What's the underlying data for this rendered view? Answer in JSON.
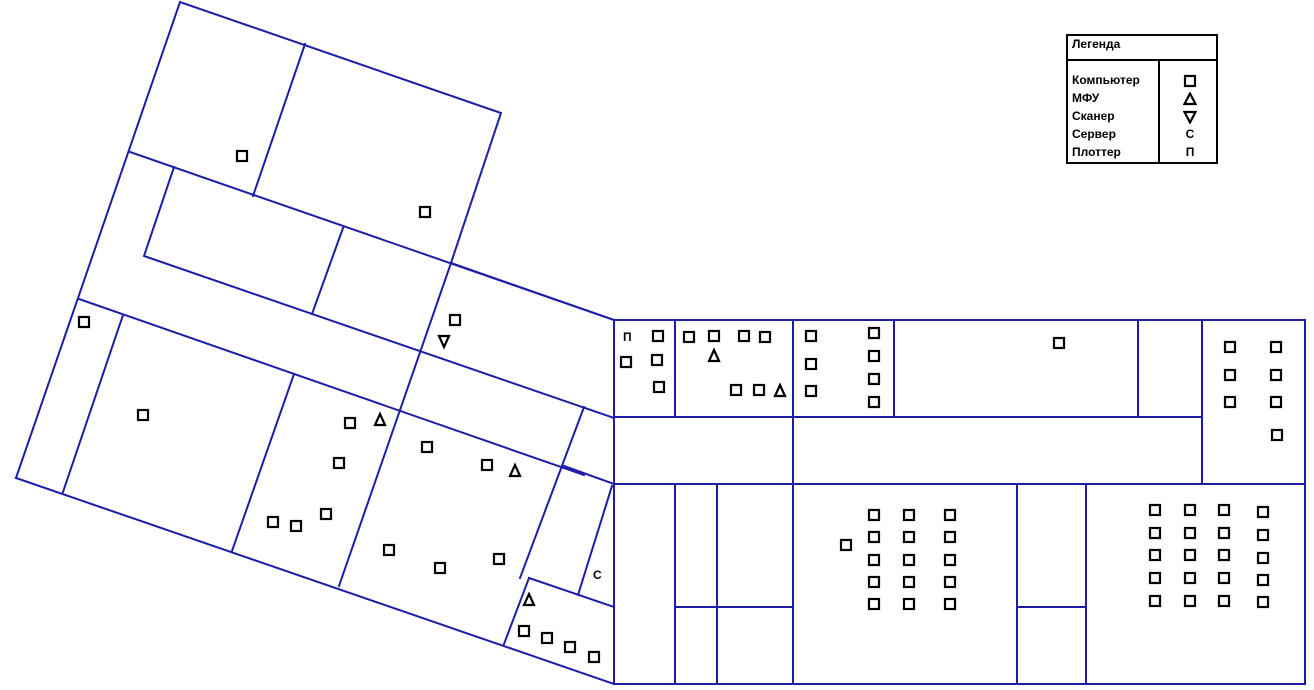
{
  "legend": {
    "title": "Легенда",
    "items": [
      {
        "label": "Компьютер",
        "symbol": "square"
      },
      {
        "label": "МФУ",
        "symbol": "triangle-up"
      },
      {
        "label": "Сканер",
        "symbol": "triangle-down"
      },
      {
        "label": "Сервер",
        "symbol": "С"
      },
      {
        "label": "Плоттер",
        "symbol": "П"
      }
    ]
  },
  "room_labels": {
    "plotter": "П",
    "server": "С"
  },
  "colors": {
    "walls": "#1d1da8",
    "symbols": "#000000",
    "background": "#ffffff"
  }
}
